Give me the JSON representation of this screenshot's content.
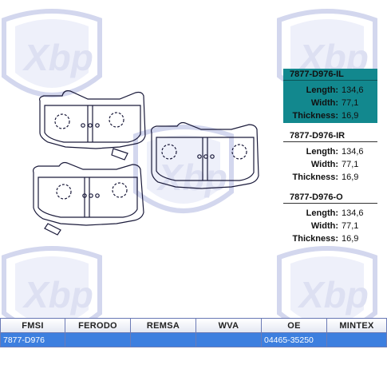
{
  "watermark": {
    "text": "Xbp"
  },
  "specs": [
    {
      "code": "7877-D976-IL",
      "length_label": "Length:",
      "length": "134,6",
      "width_label": "Width:",
      "width": "77,1",
      "thickness_label": "Thickness:",
      "thickness": "16,9",
      "selected": true
    },
    {
      "code": "7877-D976-IR",
      "length_label": "Length:",
      "length": "134,6",
      "width_label": "Width:",
      "width": "77,1",
      "thickness_label": "Thickness:",
      "thickness": "16,9",
      "selected": false
    },
    {
      "code": "7877-D976-O",
      "length_label": "Length:",
      "length": "134,6",
      "width_label": "Width:",
      "width": "77,1",
      "thickness_label": "Thickness:",
      "thickness": "16,9",
      "selected": false
    }
  ],
  "table": {
    "headers": [
      "FMSI",
      "FERODO",
      "REMSA",
      "WVA",
      "OE",
      "MINTEX"
    ],
    "row": [
      "7877-D976",
      "",
      "",
      "",
      "04465-35250",
      ""
    ]
  },
  "colors": {
    "selected_bg": "#12888e",
    "row_bg": "#3d7fdf",
    "watermark": "#c8cde8",
    "grid": "#6c7bb6"
  }
}
